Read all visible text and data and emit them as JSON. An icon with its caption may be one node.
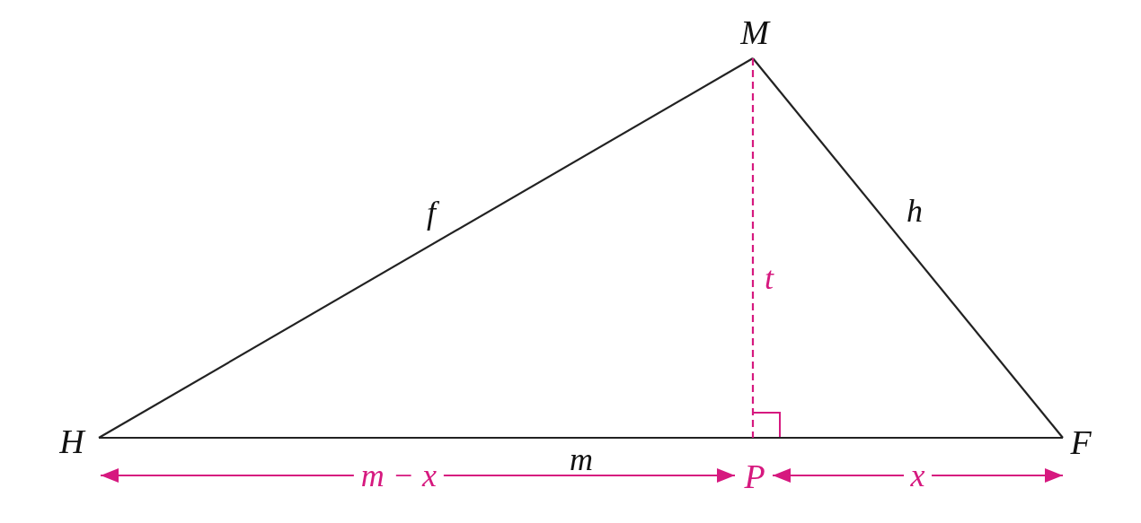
{
  "diagram": {
    "nodes": [
      {
        "text": [
          "M"
        ]
      },
      {
        "text": [
          "H"
        ]
      },
      {
        "text": [
          "F"
        ]
      },
      {
        "text": [
          "P"
        ]
      }
    ],
    "edges": [
      {
        "from": 1,
        "to": 0,
        "arrow": "none",
        "label": "f"
      },
      {
        "from": 0,
        "to": 2,
        "arrow": "none",
        "label": "h"
      },
      {
        "from": 1,
        "to": 2,
        "arrow": "none",
        "label": "m"
      },
      {
        "from": 0,
        "to": 3,
        "arrow": "none",
        "label": "t",
        "style": "dashed",
        "color": "#d6197f"
      },
      {
        "from": 1,
        "to": 3,
        "arrow": "both",
        "label": "m − x",
        "color": "#d6197f"
      },
      {
        "from": 3,
        "to": 2,
        "arrow": "both",
        "label": "x",
        "color": "#d6197f"
      }
    ]
  }
}
